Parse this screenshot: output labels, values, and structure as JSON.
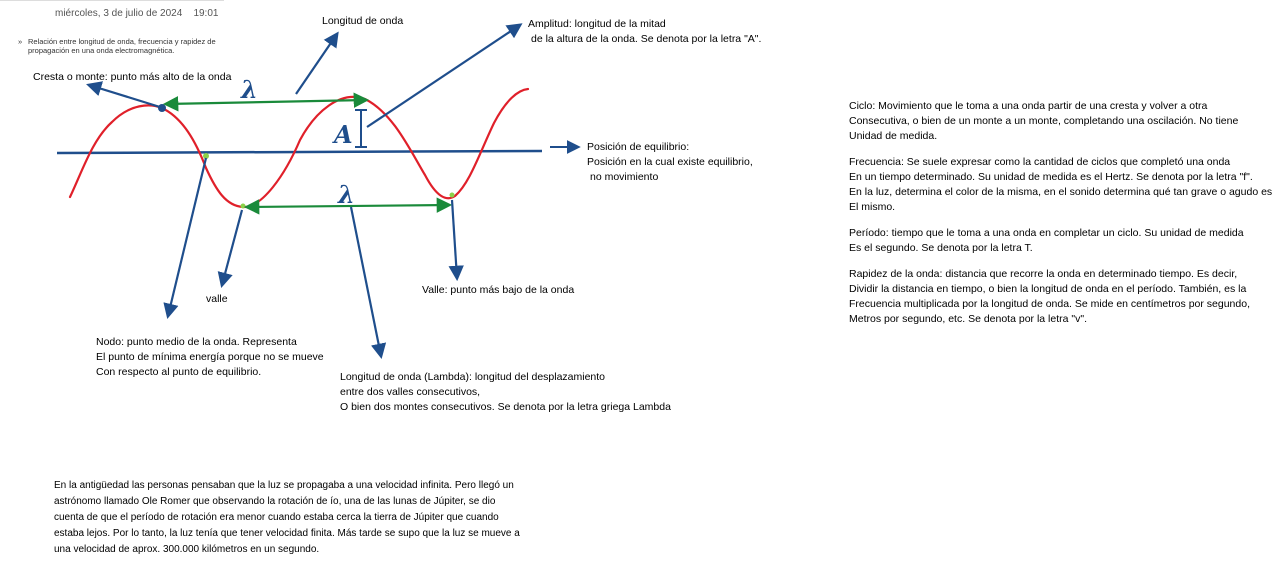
{
  "header": {
    "date": "miércoles, 3 de julio de 2024",
    "time": "19:01"
  },
  "caption": {
    "bullet": "»",
    "lines": [
      "Relación entre longitud de onda, frecuencia y rapidez de",
      "propagación en una onda electromagnética."
    ]
  },
  "diagram": {
    "symbols": {
      "lambda": "λ",
      "amplitude": "A"
    },
    "labels": {
      "longitud_de_onda": "Longitud de onda",
      "amplitud": [
        "Amplitud: longitud de la mitad",
        "de la altura de la onda. Se denota por la letra \"A\"."
      ],
      "cresta": "Cresta o monte: punto más alto de la onda",
      "posicion_equilibrio": [
        "Posición de equilibrio:",
        "Posición en la cual existe equilibrio,",
        "no movimiento"
      ],
      "valle_short": "valle",
      "valle": "Valle: punto más bajo de la onda",
      "nodo": [
        "Nodo: punto medio de la onda. Representa",
        "El punto de mínima energía porque no se mueve",
        "Con respecto al punto de equilibrio."
      ],
      "lambda_def": [
        "Longitud de onda (Lambda): longitud del desplazamiento",
        "entre dos valles consecutivos,",
        "O bien dos montes consecutivos. Se denota por la letra griega Lambda"
      ]
    },
    "colors": {
      "wave": "#e0202a",
      "axis": "#1f4e8c",
      "arrow": "#1f4e8c",
      "measure": "#1a8a3a",
      "node_point": "#8bd14a"
    }
  },
  "definitions": {
    "ciclo": [
      "Ciclo: Movimiento que le toma a una onda partir de una cresta y volver a otra",
      "Consecutiva, o bien de un monte a un monte, completando una oscilación. No tiene",
      "Unidad de medida."
    ],
    "frecuencia": [
      "Frecuencia: Se suele expresar como la cantidad de ciclos que completó una onda",
      "En un tiempo determinado. Su unidad de medida es el Hertz. Se denota por la letra \"f\".",
      "En la luz, determina el color de la misma, en el sonido determina qué tan grave o agudo es",
      "El mismo."
    ],
    "periodo": [
      "Período: tiempo que le toma a una onda en completar un ciclo. Su unidad de medida",
      "Es el segundo. Se denota por la letra T."
    ],
    "rapidez": [
      "Rapidez de la onda: distancia que recorre la onda en determinado tiempo. Es decir,",
      "Dividir la distancia en tiempo, o bien la longitud de onda en el período. También, es la",
      "Frecuencia multiplicada por la longitud de onda. Se mide en centímetros por segundo,",
      "Metros por segundo, etc. Se denota por la letra \"v\"."
    ]
  },
  "history": [
    "En la antigüedad las personas pensaban que la luz se propagaba a una velocidad infinita. Pero llegó un",
    "astrónomo llamado Ole Romer que observando la rotación de ío, una de las lunas de Júpiter, se dio",
    "cuenta de que el período de rotación era menor cuando estaba cerca la tierra de Júpiter que cuando",
    "estaba lejos. Por lo tanto, la luz tenía que tener velocidad finita. Más tarde se supo que la luz se mueve a",
    "una velocidad de aprox. 300.000 kilómetros en un segundo."
  ]
}
